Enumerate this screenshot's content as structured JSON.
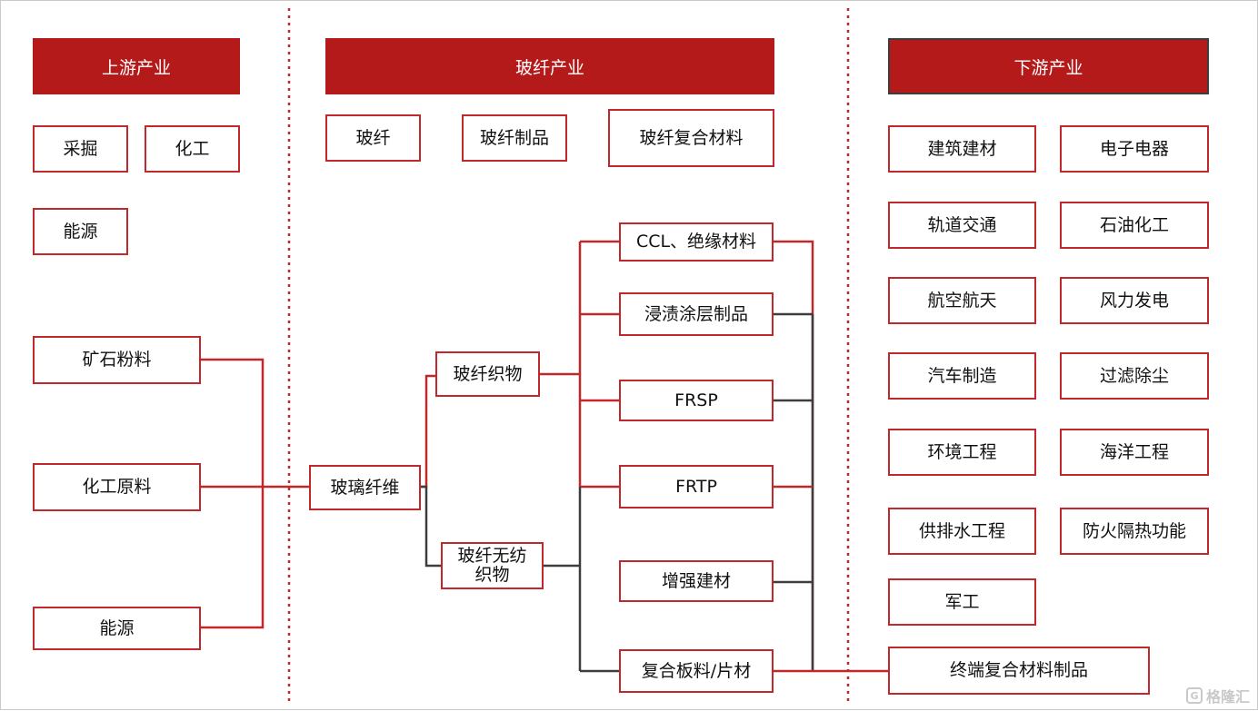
{
  "columns": {
    "upstream": {
      "header": "上游产业",
      "categories": [
        "采掘",
        "化工",
        "能源"
      ],
      "inputs": [
        "矿石粉料",
        "化工原料",
        "能源"
      ]
    },
    "midstream": {
      "header": "玻纤产业",
      "categories": [
        "玻纤",
        "玻纤制品",
        "玻纤复合材料"
      ],
      "core": "玻璃纤维",
      "fabric": "玻纤织物",
      "nonwoven": "玻纤无纺织物",
      "products": [
        "CCL、绝缘材料",
        "浸渍涂层制品",
        "FRSP",
        "FRTP",
        "增强建材",
        "复合板料/片材"
      ]
    },
    "downstream": {
      "header": "下游产业",
      "applications": [
        "建筑建材",
        "电子电器",
        "轨道交通",
        "石油化工",
        "航空航天",
        "风力发电",
        "汽车制造",
        "过滤除尘",
        "环境工程",
        "海洋工程",
        "供排水工程",
        "防火隔热功能",
        "军工"
      ],
      "terminal": "终端复合材料制品"
    }
  },
  "colors": {
    "accent": "#b51a1a",
    "connector_red": "#c0282b",
    "connector_dark": "#3d3d3d",
    "divider": "#c0282b"
  },
  "watermark": {
    "text": "格隆汇",
    "icon": "g-logo-icon"
  }
}
